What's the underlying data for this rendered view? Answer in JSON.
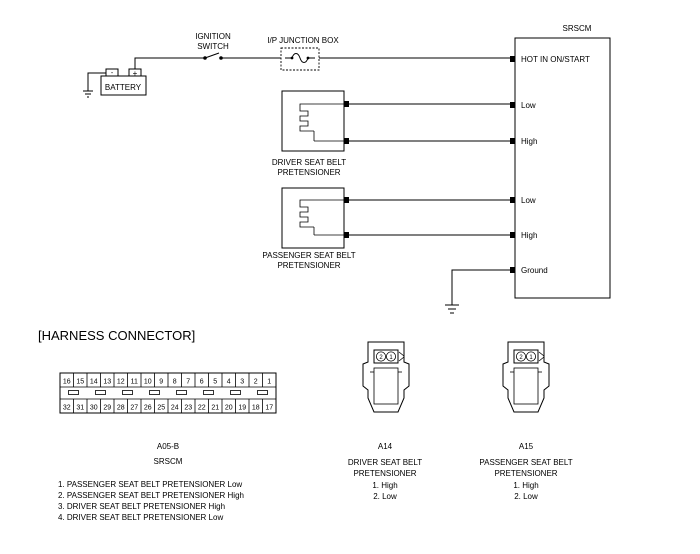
{
  "srscm": {
    "title": "SRSCM",
    "pins": [
      "HOT IN ON/START",
      "Low",
      "High",
      "Low",
      "High",
      "Ground"
    ]
  },
  "battery": {
    "label": "BATTERY",
    "minus": "-",
    "plus": "+"
  },
  "ignition_switch": {
    "line1": "IGNITION",
    "line2": "SWITCH"
  },
  "junction_box": {
    "label": "I/P JUNCTION BOX"
  },
  "driver_pretensioner": {
    "line1": "DRIVER SEAT BELT",
    "line2": "PRETENSIONER"
  },
  "passenger_pretensioner": {
    "line1": "PASSENGER SEAT BELT",
    "line2": "PRETENSIONER"
  },
  "harness": {
    "heading": "[HARNESS CONNECTOR]"
  },
  "a05b": {
    "code": "A05-B",
    "name": "SRSCM",
    "top_row": [
      "16",
      "15",
      "14",
      "13",
      "12",
      "11",
      "10",
      "9",
      "8",
      "7",
      "6",
      "5",
      "4",
      "3",
      "2",
      "1"
    ],
    "bottom_row": [
      "32",
      "31",
      "30",
      "29",
      "28",
      "27",
      "26",
      "25",
      "24",
      "23",
      "22",
      "21",
      "20",
      "19",
      "18",
      "17"
    ],
    "pin_list": [
      "1. PASSENGER SEAT BELT PRETENSIONER Low",
      "2. PASSENGER SEAT BELT PRETENSIONER High",
      "3. DRIVER SEAT BELT PRETENSIONER High",
      "4. DRIVER SEAT BELT PRETENSIONER Low"
    ]
  },
  "a14": {
    "code": "A14",
    "line1": "DRIVER SEAT BELT",
    "line2": "PRETENSIONER",
    "pins": [
      "1. High",
      "2. Low"
    ],
    "cavities": [
      "2",
      "1"
    ]
  },
  "a15": {
    "code": "A15",
    "line1": "PASSENGER SEAT BELT",
    "line2": "PRETENSIONER",
    "pins": [
      "1. High",
      "2. Low"
    ],
    "cavities": [
      "2",
      "1"
    ]
  }
}
